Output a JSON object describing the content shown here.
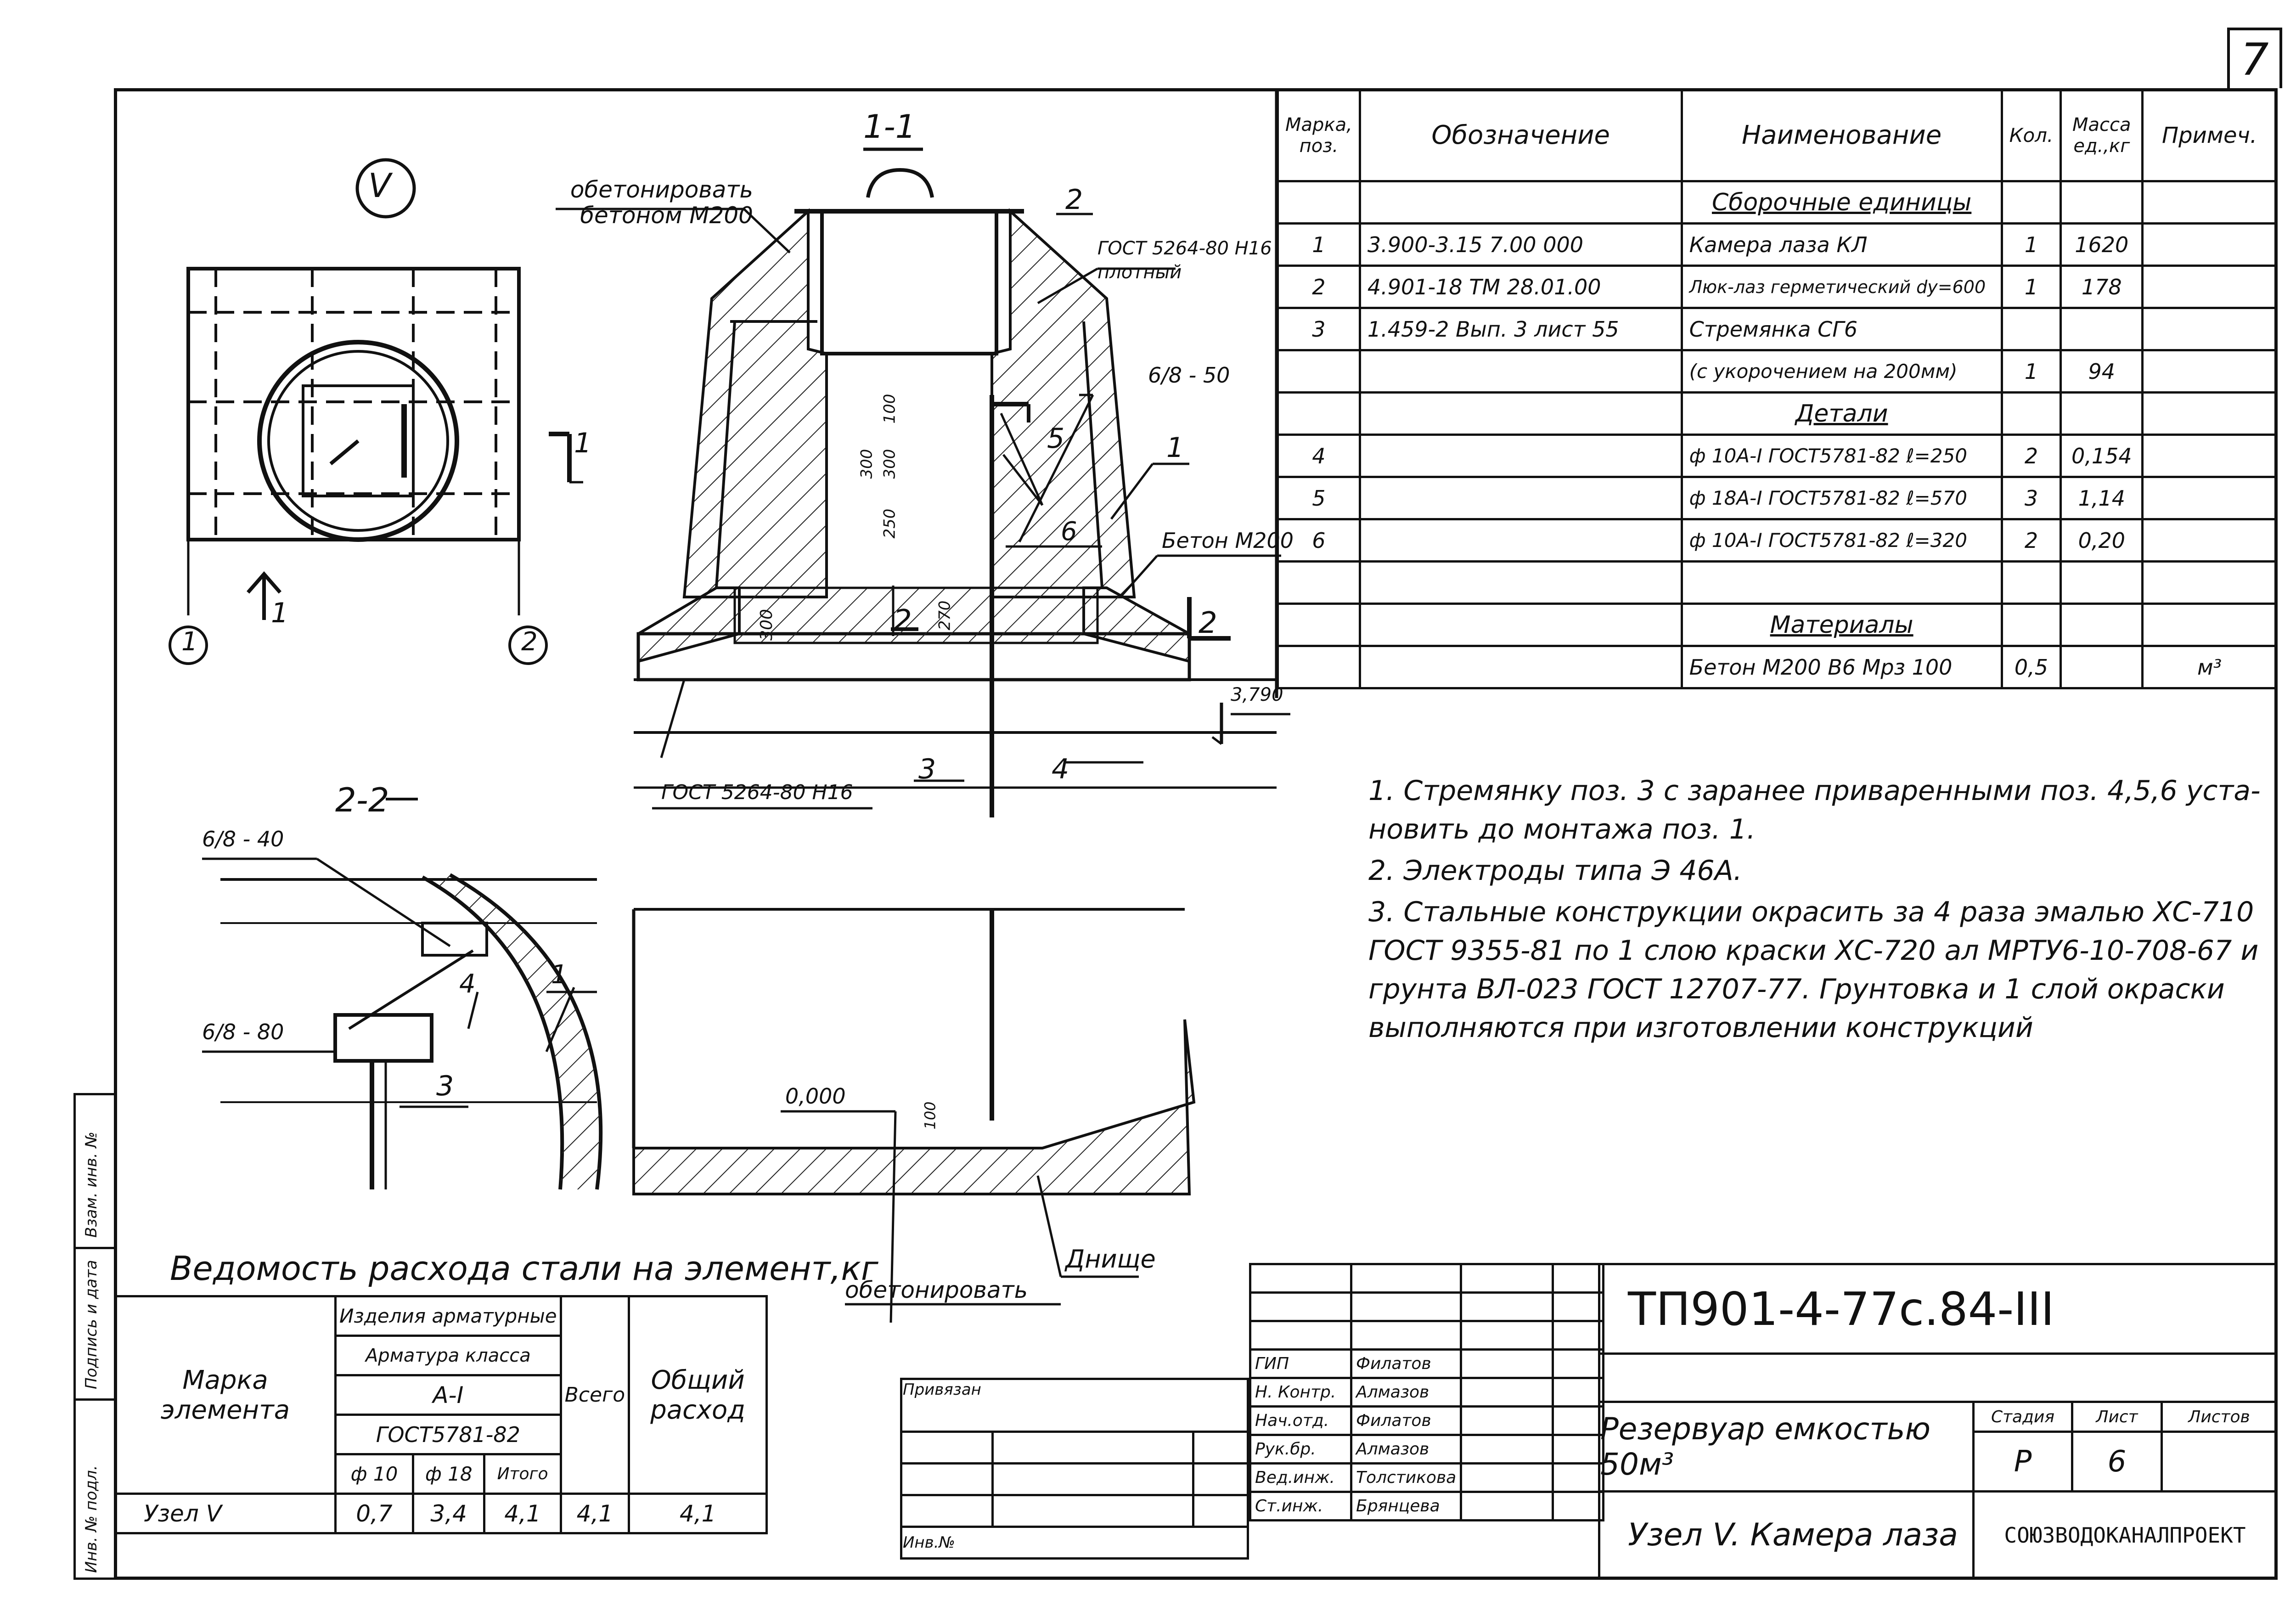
{
  "page_number": "7",
  "spec_table": {
    "headers": [
      "Марка, поз.",
      "Обозначение",
      "Наименование",
      "Кол.",
      "Масса ед.,кг",
      "Примеч."
    ],
    "sections": {
      "assembly": "Сборочные единицы",
      "details": "Детали",
      "materials": "Материалы"
    },
    "rows": [
      {
        "pos": "1",
        "code": "3.900-3.15   7.00 000",
        "name": "Камера   лаза  КЛ",
        "qty": "1",
        "mass": "1620",
        "note": ""
      },
      {
        "pos": "2",
        "code": "4.901-18    ТМ 28.01.00",
        "name": "Люк-лаз герметический dy=600",
        "qty": "1",
        "mass": "178",
        "note": ""
      },
      {
        "pos": "3",
        "code": "1.459-2    Вып. 3 лист 55",
        "name": "Стремянка   СГ6",
        "qty": "",
        "mass": "",
        "note": ""
      },
      {
        "pos": "",
        "code": "",
        "name": "(с укорочением на 200мм)",
        "qty": "1",
        "mass": "94",
        "note": ""
      },
      {
        "pos": "4",
        "code": "",
        "name": "ф 10А-I ГОСТ5781-82 ℓ=250",
        "qty": "2",
        "mass": "0,154",
        "note": ""
      },
      {
        "pos": "5",
        "code": "",
        "name": "ф 18А-I ГОСТ5781-82 ℓ=570",
        "qty": "3",
        "mass": "1,14",
        "note": ""
      },
      {
        "pos": "6",
        "code": "",
        "name": "ф 10А-I ГОСТ5781-82 ℓ=320",
        "qty": "2",
        "mass": "0,20",
        "note": ""
      },
      {
        "pos": "",
        "code": "",
        "name": "Бетон М200 В6 Мрз 100",
        "qty": "0,5",
        "mass": "",
        "note": "м³"
      }
    ]
  },
  "notes": [
    "1. Стремянку поз. 3 с заранее приваренными поз. 4,5,6 уста-новить до монтажа поз. 1.",
    "2. Электроды типа Э 46А.",
    "3. Стальные конструкции окрасить за 4 раза эмалью ХС-710 ГОСТ 9355-81 по 1 слою краски ХС-720 ал МРТУ6-10-708-67 и грунта ВЛ-023 ГОСТ 12707-77. Грунтовка и 1 слой окраски выполняются при изготовлении конструкций"
  ],
  "drawing_labels": {
    "node_mark": "V",
    "section_1_1": "1-1",
    "section_2_2": "2-2",
    "concrete_m200": "обетонировать бетоном М200",
    "gost_top": "ГОСТ 5264-80 Н16 плотный",
    "gost_bottom": "ГОСТ 5264-80 Н16",
    "beton_m200": "Бетон М200",
    "weld_6_50": "6/8 - 50",
    "weld_6_40": "6/8 - 40",
    "weld_6_80": "6/8 - 80",
    "elev_3790": "3,790",
    "elev_0": "0,000",
    "bottom": "Днище",
    "concrete_wrap": "обетонировать",
    "dims": [
      "100",
      "300",
      "300",
      "250",
      "300",
      "270",
      "100"
    ],
    "axis_1": "1",
    "axis_2": "2",
    "cut_1": "1",
    "cut_2": "2",
    "pos": [
      "1",
      "2",
      "3",
      "4",
      "5",
      "6"
    ]
  },
  "steel_table": {
    "title": "Ведомость расхода стали на элемент,кг",
    "col_mark": "Марка элемента",
    "col_products": "Изделия арматурные",
    "col_class": "Арматура класса",
    "col_class_val": "А-I",
    "col_gost": "ГОСТ5781-82",
    "col_phi10": "ф 10",
    "col_phi18": "ф 18",
    "col_itogo": "Итого",
    "col_total": "Всего",
    "col_sum": "Общий расход",
    "row": {
      "mark": "Узел V",
      "phi10": "0,7",
      "phi18": "3,4",
      "itogo": "4,1",
      "total": "4,1",
      "sum": "4,1"
    }
  },
  "stamp": {
    "privyazan": "Привязан",
    "inv": "Инв.№",
    "people": [
      {
        "role": "ГИП",
        "name": "Филатов"
      },
      {
        "role": "Н. Контр.",
        "name": "Алмазов"
      },
      {
        "role": "Нач.отд.",
        "name": "Филатов"
      },
      {
        "role": "Рук.бр.",
        "name": "Алмазов"
      },
      {
        "role": "Вед.инж.",
        "name": "Толстикова"
      },
      {
        "role": "Ст.инж.",
        "name": "Брянцева"
      }
    ]
  },
  "title_block": {
    "code": "ТП901-4-77с.84-III",
    "object": "Резервуар емкостью 50м³",
    "sheet_title": "Узел V. Камера лаза",
    "stage_label": "Стадия",
    "sheet_label": "Лист",
    "sheets_label": "Листов",
    "stage": "Р",
    "sheet": "6",
    "org": "СОЮЗВОДОКАНАЛПРОЕКТ"
  },
  "side_stamp": [
    "Инв. № подл.",
    "Подпись и дата",
    "Взам. инв. №"
  ]
}
